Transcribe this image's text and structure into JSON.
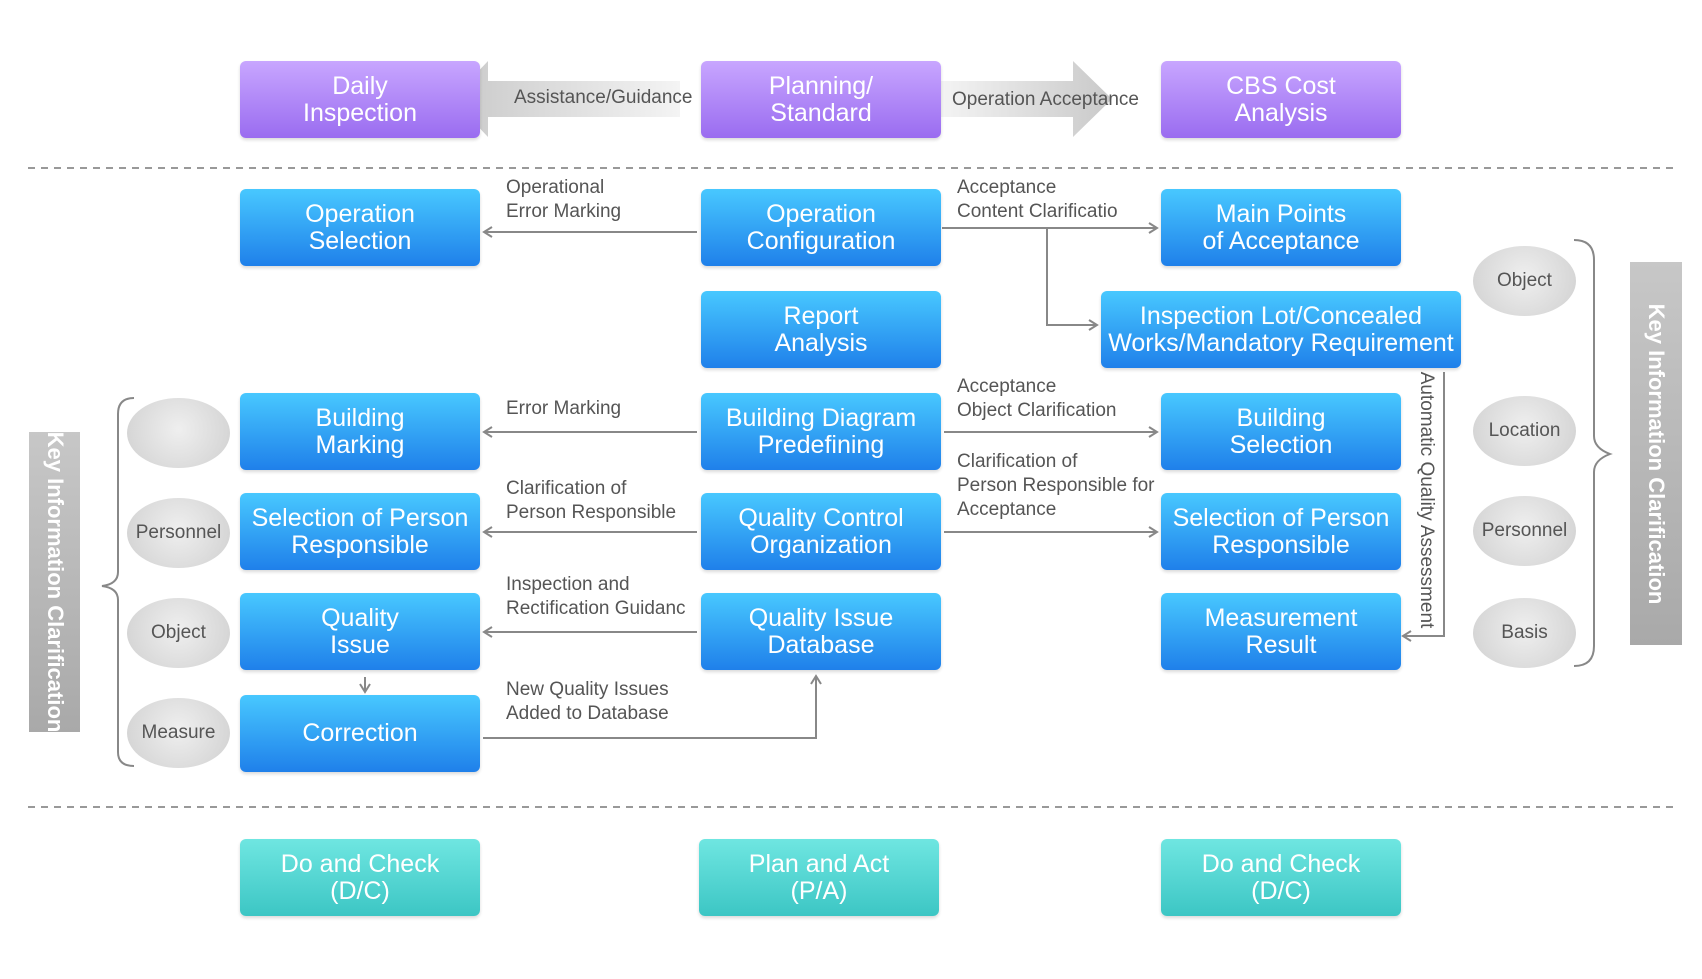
{
  "top_row": {
    "daily_inspection": "Daily\nInspection",
    "planning_standard": "Planning/\nStandard",
    "cbs_cost_analysis": "CBS Cost\nAnalysis",
    "assistance_guidance": "Assistance/Guidance",
    "operation_acceptance": "Operation Acceptance"
  },
  "middle": {
    "operation_selection": "Operation\nSelection",
    "operation_configuration": "Operation\nConfiguration",
    "main_points_acceptance": "Main Points\nof Acceptance",
    "report_analysis": "Report\nAnalysis",
    "inspection_lot": "Inspection Lot/Concealed\nWorks/Mandatory Requirement",
    "building_marking": "Building\nMarking",
    "building_diagram_predefining": "Building Diagram\nPredefining",
    "building_selection": "Building\nSelection",
    "selection_person_left": "Selection of Person\nResponsible",
    "quality_control_organization": "Quality Control\nOrganization",
    "selection_person_right": "Selection of Person\nResponsible",
    "quality_issue": "Quality\nIssue",
    "quality_issue_database": "Quality Issue\nDatabase",
    "measurement_result": "Measurement\nResult",
    "correction": "Correction"
  },
  "edge_labels": {
    "operational_error_marking": "Operational\nError Marking",
    "acceptance_content": "Acceptance\nContent Clarificatio",
    "error_marking": "Error Marking",
    "acceptance_object": "Acceptance\nObject Clarification",
    "clarification_person_left": "Clarification of\nPerson Responsible",
    "clarification_person_right": "Clarification of\nPerson Responsible for\nAcceptance",
    "inspection_rectification": "Inspection and\nRectification Guidanc",
    "new_quality_issues": "New Quality Issues\nAdded to Database",
    "automatic_quality_assessment": "Automatic Quality Assessment"
  },
  "left_keys": {
    "title": "Key Information Clarification",
    "items": [
      "",
      "Personnel",
      "Object",
      "Measure"
    ]
  },
  "right_keys": {
    "title": "Key Information Clarification",
    "items": [
      "Object",
      "Location",
      "Personnel",
      "Basis"
    ]
  },
  "bottom_row": {
    "left": "Do and Check\n(D/C)",
    "center": "Plan and Act\n(P/A)",
    "right": "Do and Check\n(D/C)"
  },
  "colors": {
    "purple": "#a97cf5",
    "blue": "#2f96f2",
    "teal": "#4fd2ce",
    "gray_tag": "#b3b3b3",
    "arrow": "#888888"
  }
}
